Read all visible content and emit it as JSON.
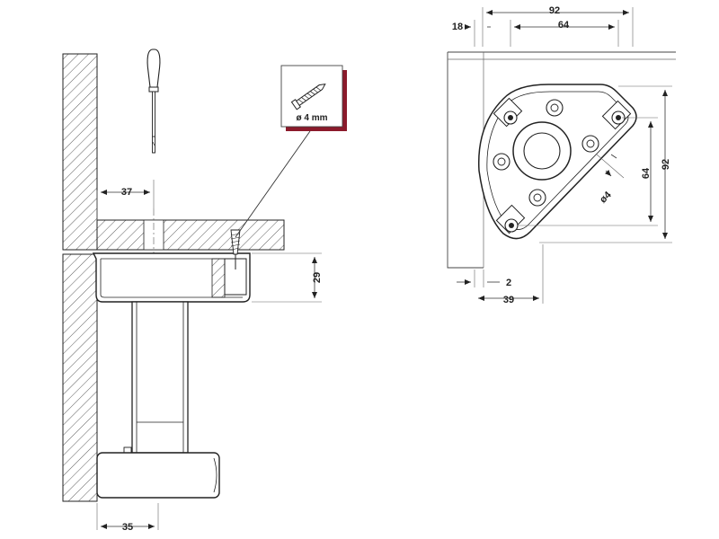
{
  "side_view": {
    "dim_offset": "37",
    "dim_height": "29",
    "dim_foot": "35"
  },
  "screw_badge": {
    "label": "ø 4 mm",
    "icon": "screw-icon"
  },
  "top_view": {
    "dim_total_width": "92",
    "dim_hole_spacing_x": "64",
    "dim_left_offset": "18",
    "dim_total_height": "92",
    "dim_hole_spacing_y": "64",
    "dim_hole_diameter": "ø4",
    "dim_edge_gap": "2",
    "dim_bottom_width": "39"
  },
  "colors": {
    "line": "#222222",
    "badge_shadow": "#8b1a2b",
    "background": "#ffffff"
  }
}
